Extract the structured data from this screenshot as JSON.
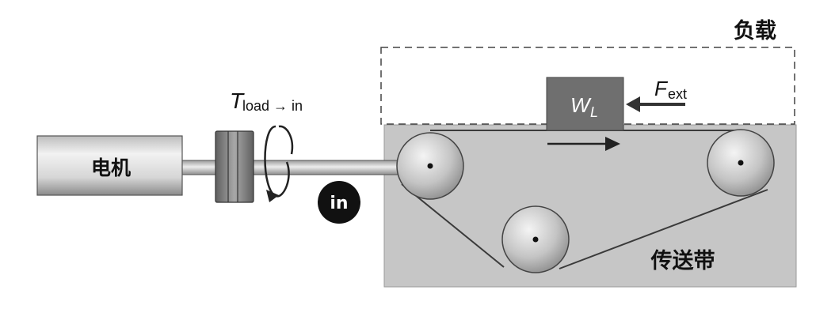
{
  "labels": {
    "load": "负载",
    "motor": "电机",
    "conveyor": "传送带",
    "in_badge": "in",
    "torque_symbol": "T",
    "torque_subscript": "load → in",
    "weight_symbol": "W",
    "weight_subscript": "L",
    "force_symbol": "F",
    "force_subscript": "ext"
  },
  "colors": {
    "conveyor_box": "#c6c6c6",
    "block": "#6f6f6f",
    "badge": "#111111",
    "stroke": "#333333"
  },
  "icons": {
    "rotation": "curved-rotation-arrow-icon",
    "force": "left-arrow-icon",
    "motion": "right-arrow-icon"
  }
}
